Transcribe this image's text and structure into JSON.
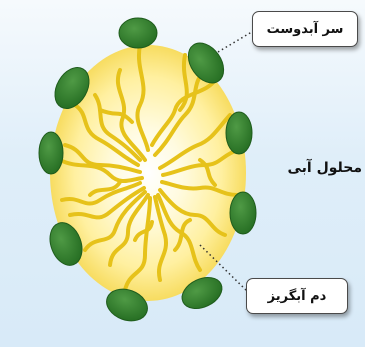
{
  "labels": {
    "head": "سر آبدوست",
    "solution": "محلول آبی",
    "tail": "دم آبگریز"
  },
  "colors": {
    "head_fill": "#2f7f2b",
    "head_stroke": "#1f5c1c",
    "tail_stroke": "#e8c51c",
    "core_glow": "#fff3a0",
    "background": "#dfeef9"
  }
}
